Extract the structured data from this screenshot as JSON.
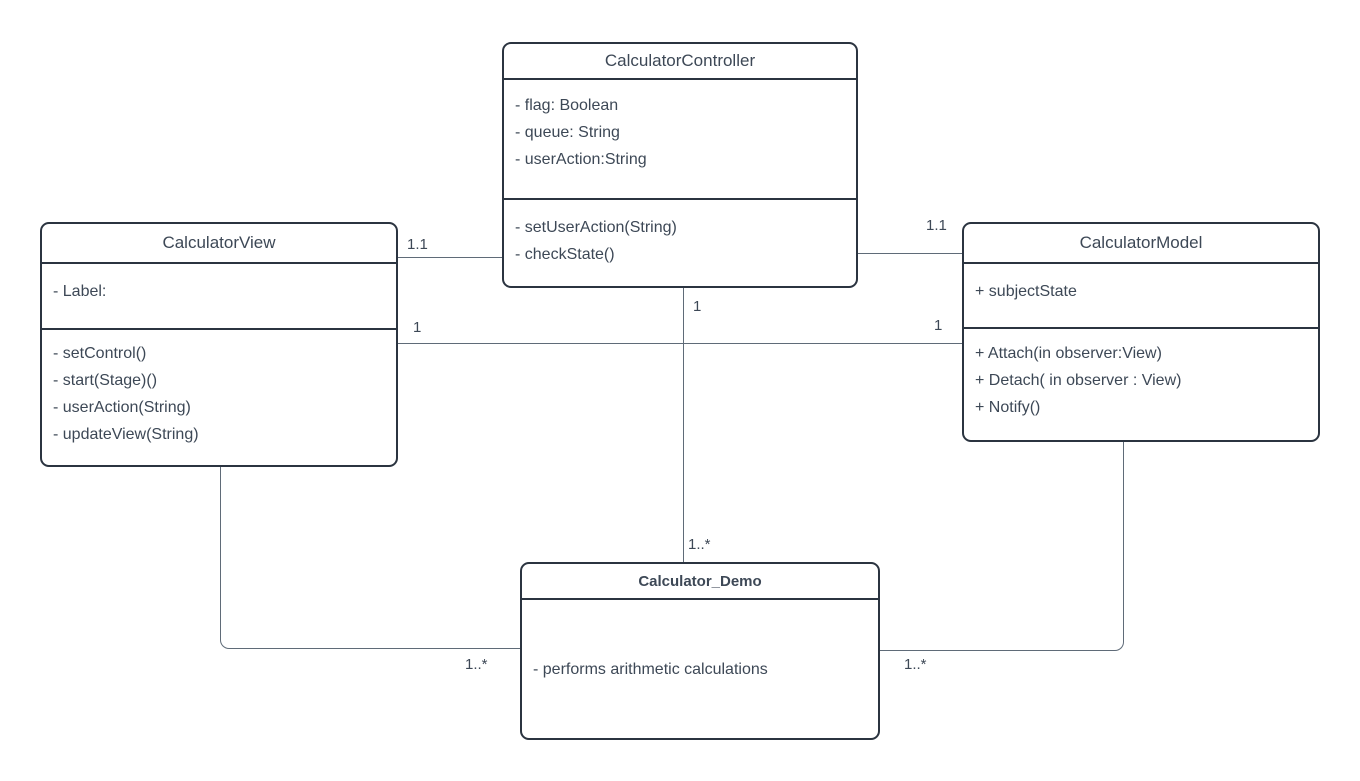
{
  "diagram": {
    "type": "uml-class-diagram",
    "background_color": "#ffffff",
    "box_border_color": "#2b3440",
    "connector_color": "#5f6b78",
    "text_color": "#3d4856",
    "classes": [
      {
        "title": "CalculatorController",
        "attributes": [
          "- flag: Boolean",
          "- queue: String",
          "- userAction:String"
        ],
        "methods": [
          "- setUserAction(String)",
          "- checkState()"
        ]
      },
      {
        "title": "CalculatorView",
        "attributes": [
          "- Label:"
        ],
        "methods": [
          "- setControl()",
          "- start(Stage)()",
          "- userAction(String)",
          "- updateView(String)"
        ]
      },
      {
        "title": "CalculatorModel",
        "attributes": [
          "+ subjectState"
        ],
        "methods": [
          "+ Attach(in observer:View)",
          "+ Detach( in observer : View)",
          "+ Notify()"
        ]
      },
      {
        "title": "Calculator_Demo",
        "attributes": [
          "- performs arithmetic calculations"
        ],
        "methods": []
      }
    ],
    "multiplicities": {
      "view_controller": "1.1",
      "controller_model": "1.1",
      "view_model_left": "1",
      "view_model_right": "1",
      "controller_demo_top": "1",
      "controller_demo_bottom": "1..*",
      "view_demo": "1..*",
      "model_demo": "1..*"
    }
  }
}
